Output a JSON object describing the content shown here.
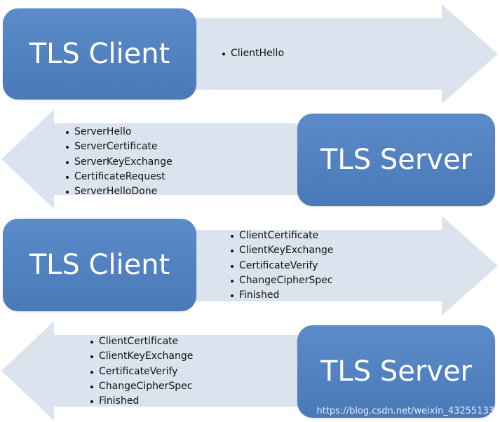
{
  "rows": [
    {
      "direction": "right",
      "box_label": "TLS Client",
      "messages": [
        "ClientHello"
      ]
    },
    {
      "direction": "left",
      "box_label": "TLS Server",
      "messages": [
        "ServerHello",
        "ServerCertificate",
        "ServerKeyExchange",
        "CertificateRequest",
        "ServerHelloDone"
      ]
    },
    {
      "direction": "right",
      "box_label": "TLS Client",
      "messages": [
        "ClientCertificate",
        "ClientKeyExchange",
        "CertificateVerify",
        "ChangeCipherSpec",
        "Finished"
      ]
    },
    {
      "direction": "left",
      "box_label": "TLS Server",
      "messages": [
        "ClientCertificate",
        "ClientKeyExchange",
        "CertificateVerify",
        "ChangeCipherSpec",
        "Finished"
      ]
    }
  ],
  "watermark": "https://blog.csdn.net/weixin_43255133",
  "colors": {
    "box": "#4f81bd",
    "arrow": "#dbe3ef",
    "text_on_box": "#ffffff"
  }
}
